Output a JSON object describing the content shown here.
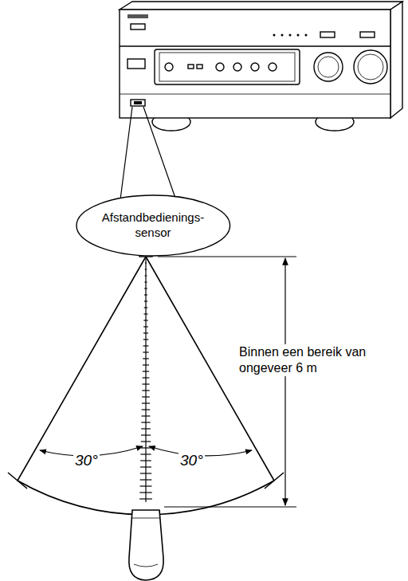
{
  "diagram": {
    "nodes": [
      {
        "text": [
          "Afstandbedienings- sensor"
        ]
      }
    ],
    "labels": [
      "30°",
      "30°",
      "Binnen een bereik van ongeveer 6 m"
    ]
  }
}
